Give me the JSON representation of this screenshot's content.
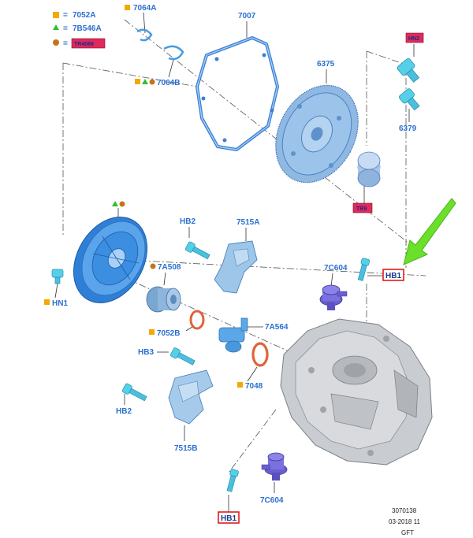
{
  "legend": [
    {
      "marker": "square",
      "color": "#f2a900",
      "label": "7052A"
    },
    {
      "marker": "triangle",
      "color": "#2fbf2f",
      "label": "7B546A"
    },
    {
      "marker": "circle",
      "color": "#c8731a",
      "label": "TR4066"
    }
  ],
  "parts": {
    "p7064A": "7064A",
    "p7064B": "7064B",
    "p7007": "7007",
    "p6375": "6375",
    "p6379": "6379",
    "pHN2": "HN2",
    "pTR9": "TR9",
    "pHB1_top": "HB1",
    "p7C604_top": "7C604",
    "pHB2_a": "HB2",
    "p7515A": "7515A",
    "pHN1": "HN1",
    "p7A508": "7A508",
    "p7052B": "7052B",
    "p7A564": "7A564",
    "pHB3": "HB3",
    "p7048": "7048",
    "pHB2_b": "HB2",
    "p7515B": "7515B",
    "pHB1_bottom": "HB1",
    "p7C604_bottom": "7C604"
  },
  "footer": {
    "number": "3070138",
    "date": "03-2018 11",
    "code": "GFT"
  },
  "colors": {
    "part_blue": "#4a9be0",
    "label_blue": "#2b6fd1",
    "highlight_red": "#e01c1c",
    "arrow_green": "#5ad11a",
    "case_grey": "#c9ccd0"
  }
}
